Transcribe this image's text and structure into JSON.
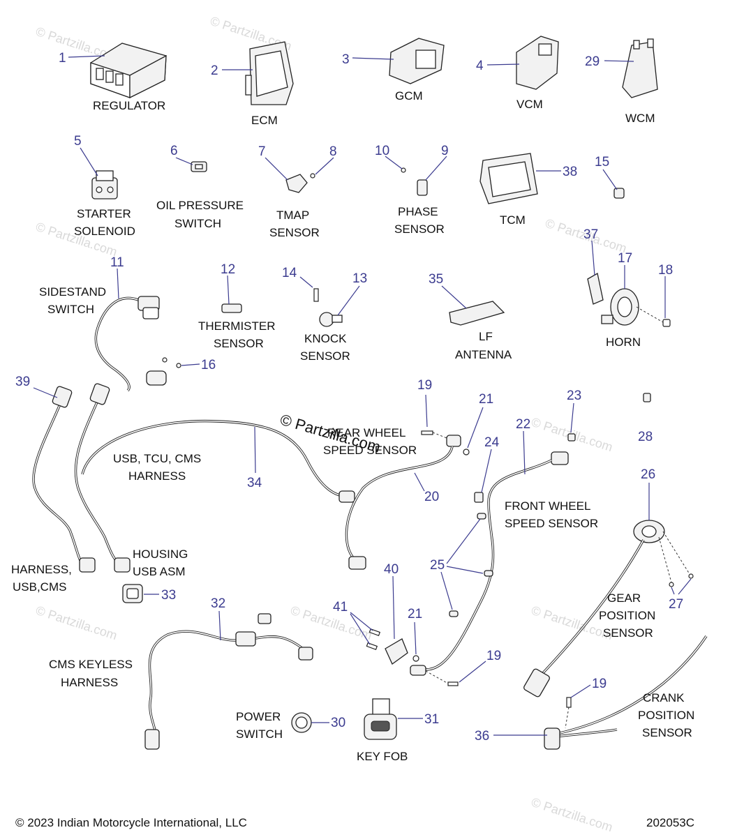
{
  "watermark": "© Partzilla.com",
  "diagram_stamp": "© Partzilla.com",
  "callouts": {
    "c1": "1",
    "c2": "2",
    "c3": "3",
    "c4": "4",
    "c29": "29",
    "c5": "5",
    "c6": "6",
    "c7": "7",
    "c8": "8",
    "c10": "10",
    "c9": "9",
    "c38": "38",
    "c15": "15",
    "c11": "11",
    "c12": "12",
    "c14": "14",
    "c13": "13",
    "c35": "35",
    "c37": "37",
    "c17": "17",
    "c18": "18",
    "c16": "16",
    "c39": "39",
    "c19a": "19",
    "c21a": "21",
    "c23": "23",
    "c22": "22",
    "c24": "24",
    "c28": "28",
    "c34": "34",
    "c20": "20",
    "c26": "26",
    "c25": "25",
    "c27": "27",
    "c33": "33",
    "c40": "40",
    "c41": "41",
    "c21b": "21",
    "c32": "32",
    "c19b": "19",
    "c19c": "19",
    "c30": "30",
    "c31": "31",
    "c36": "36"
  },
  "labels": {
    "regulator": "REGULATOR",
    "ecm": "ECM",
    "gcm": "GCM",
    "vcm": "VCM",
    "wcm": "WCM",
    "starter_1": "STARTER",
    "starter_2": "SOLENOID",
    "oil_1": "OIL PRESSURE",
    "oil_2": "SWITCH",
    "tmap_1": "TMAP",
    "tmap_2": "SENSOR",
    "phase_1": "PHASE",
    "phase_2": "SENSOR",
    "tcm": "TCM",
    "sidestand_1": "SIDESTAND",
    "sidestand_2": "SWITCH",
    "thermister_1": "THERMISTER",
    "thermister_2": "SENSOR",
    "knock_1": "KNOCK",
    "knock_2": "SENSOR",
    "lf_1": "LF",
    "lf_2": "ANTENNA",
    "horn": "HORN",
    "rear_wheel_1": "REAR WHEEL",
    "rear_wheel_2": "SPEED SENSOR",
    "usb_tcu_1": "USB, TCU, CMS",
    "usb_tcu_2": "HARNESS",
    "front_wheel_1": "FRONT WHEEL",
    "front_wheel_2": "SPEED SENSOR",
    "harness_usb_1": "HARNESS,",
    "harness_usb_2": "USB,CMS",
    "housing_1": "HOUSING",
    "housing_2": "USB ASM",
    "gear_pos_1": "GEAR",
    "gear_pos_2": "POSITION",
    "gear_pos_3": "SENSOR",
    "cms_keyless_1": "CMS KEYLESS",
    "cms_keyless_2": "HARNESS",
    "power_1": "POWER",
    "power_2": "SWITCH",
    "key_fob": "KEY FOB",
    "crank_1": "CRANK",
    "crank_2": "POSITION",
    "crank_3": "SENSOR"
  },
  "footer": {
    "copyright": "© 2023 Indian Motorcycle International, LLC",
    "code": "202053C"
  }
}
